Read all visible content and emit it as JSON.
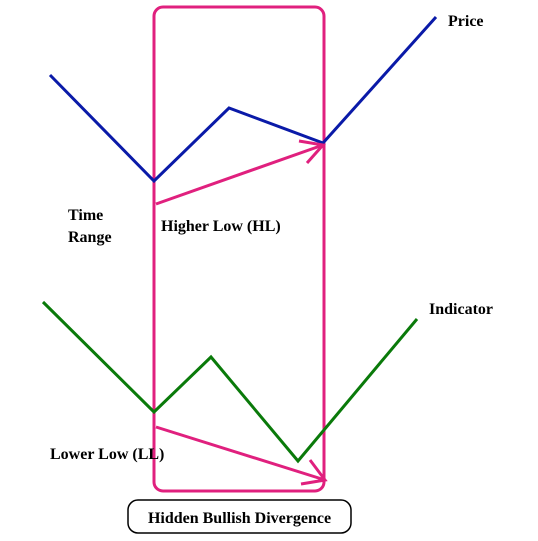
{
  "labels": {
    "price": "Price",
    "indicator": "Indicator",
    "time_range_line1": "Time",
    "time_range_line2": "Range",
    "higher_low": "Higher Low (HL)",
    "lower_low": "Lower Low (LL)",
    "title": "Hidden Bullish Divergence"
  },
  "colors": {
    "price_line": "#0a1aa8",
    "indicator_line": "#0a7a0a",
    "accent": "#e0207e",
    "text": "#000000"
  }
}
